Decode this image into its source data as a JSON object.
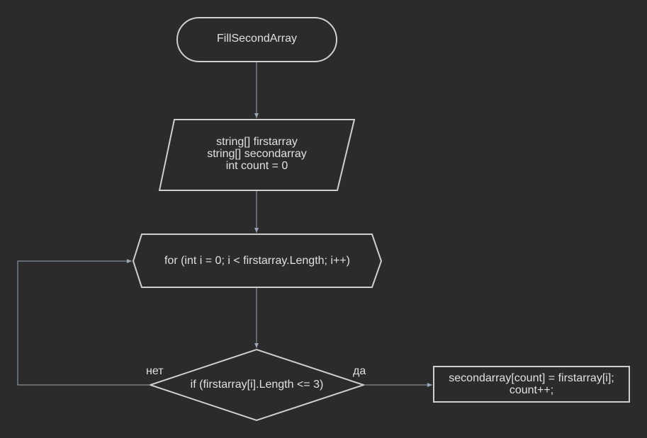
{
  "diagram": {
    "start": {
      "label": "FillSecondArray"
    },
    "input": {
      "label": "string[] firstarray\nstring[] secondarray\nint count = 0"
    },
    "loop": {
      "label": "for (int i = 0; i < firstarray.Length; i++)"
    },
    "condition": {
      "label": "if (firstarray[i].Length <= 3)"
    },
    "action": {
      "label": "secondarray[count] = firstarray[i];\ncount++;"
    },
    "edges": {
      "no_label": "нет",
      "yes_label": "да"
    }
  },
  "colors": {
    "background": "#2b2b2b",
    "stroke": "#cfcfcf",
    "arrow": "#9aa6b5",
    "text": "#e0e0e0"
  }
}
